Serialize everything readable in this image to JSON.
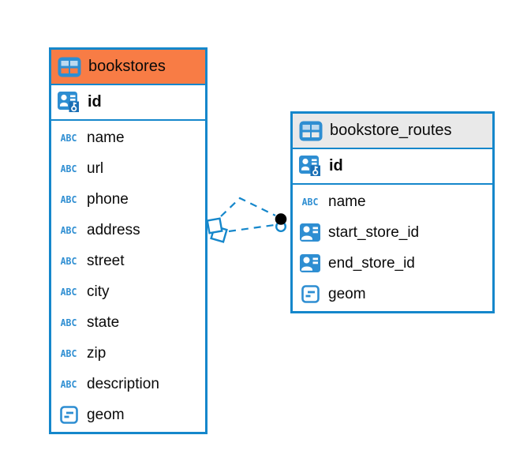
{
  "diagram": {
    "colors": {
      "accent_blue": "#1587cb",
      "icon_blue": "#2e8ed2",
      "key_dark_blue": "#1a6fb5",
      "cell_light_blue": "#bcd9ef",
      "header_orange": "#f87c45",
      "header_gray": "#e9e9e9",
      "connector_dot_black": "#000000",
      "text_black": "#0a0a0a"
    },
    "icons": {
      "abc_glyph": "ABC"
    },
    "tables": [
      {
        "name": "bookstores",
        "header_style": "orange",
        "primary_key": {
          "name": "id",
          "icon": "primary-key-icon"
        },
        "columns": [
          {
            "name": "name",
            "icon": "text-type-icon"
          },
          {
            "name": "url",
            "icon": "text-type-icon"
          },
          {
            "name": "phone",
            "icon": "text-type-icon"
          },
          {
            "name": "address",
            "icon": "text-type-icon"
          },
          {
            "name": "street",
            "icon": "text-type-icon"
          },
          {
            "name": "city",
            "icon": "text-type-icon"
          },
          {
            "name": "state",
            "icon": "text-type-icon"
          },
          {
            "name": "zip",
            "icon": "text-type-icon"
          },
          {
            "name": "description",
            "icon": "text-type-icon"
          },
          {
            "name": "geom",
            "icon": "geometry-type-icon"
          }
        ]
      },
      {
        "name": "bookstore_routes",
        "header_style": "gray",
        "primary_key": {
          "name": "id",
          "icon": "primary-key-icon"
        },
        "columns": [
          {
            "name": "name",
            "icon": "text-type-icon"
          },
          {
            "name": "start_store_id",
            "icon": "reference-type-icon"
          },
          {
            "name": "end_store_id",
            "icon": "reference-type-icon"
          },
          {
            "name": "geom",
            "icon": "geometry-type-icon"
          }
        ]
      }
    ],
    "relationships": [
      {
        "from_table": "bookstores",
        "to_table": "bookstore_routes",
        "style": "dashed",
        "shape": "arched-polyline"
      },
      {
        "from_table": "bookstores",
        "to_table": "bookstore_routes",
        "style": "dashed",
        "shape": "straight-line"
      }
    ]
  }
}
